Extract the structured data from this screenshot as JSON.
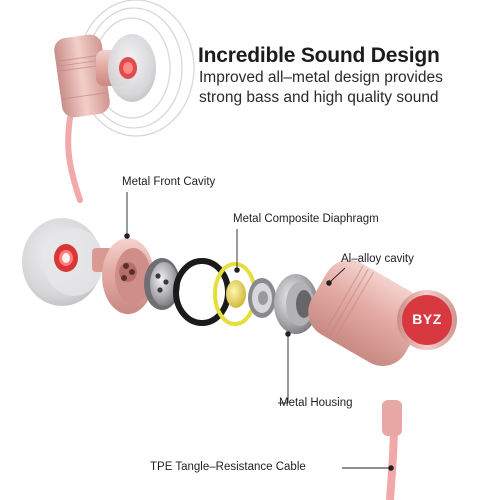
{
  "headline": {
    "title": "Incredible Sound Design",
    "line1": "Improved all–metal design provides",
    "line2": "strong bass and high quality sound"
  },
  "callouts": {
    "front_cavity": "Metal Front Cavity",
    "diaphragm": "Metal Composite Diaphragm",
    "alloy_cavity": "Al–alloy cavity",
    "housing": "Metal Housing",
    "cable": "TPE Tangle–Resistance Cable"
  },
  "brand_logo": "BYZ",
  "colors": {
    "rose_gold": "#e6b3ad",
    "rose_gold_dark": "#c98f88",
    "cable": "#f0a8a8",
    "logo_red": "#d8383f",
    "eartip_gray": "#d9d9db",
    "label_text": "#1f1f1f"
  }
}
